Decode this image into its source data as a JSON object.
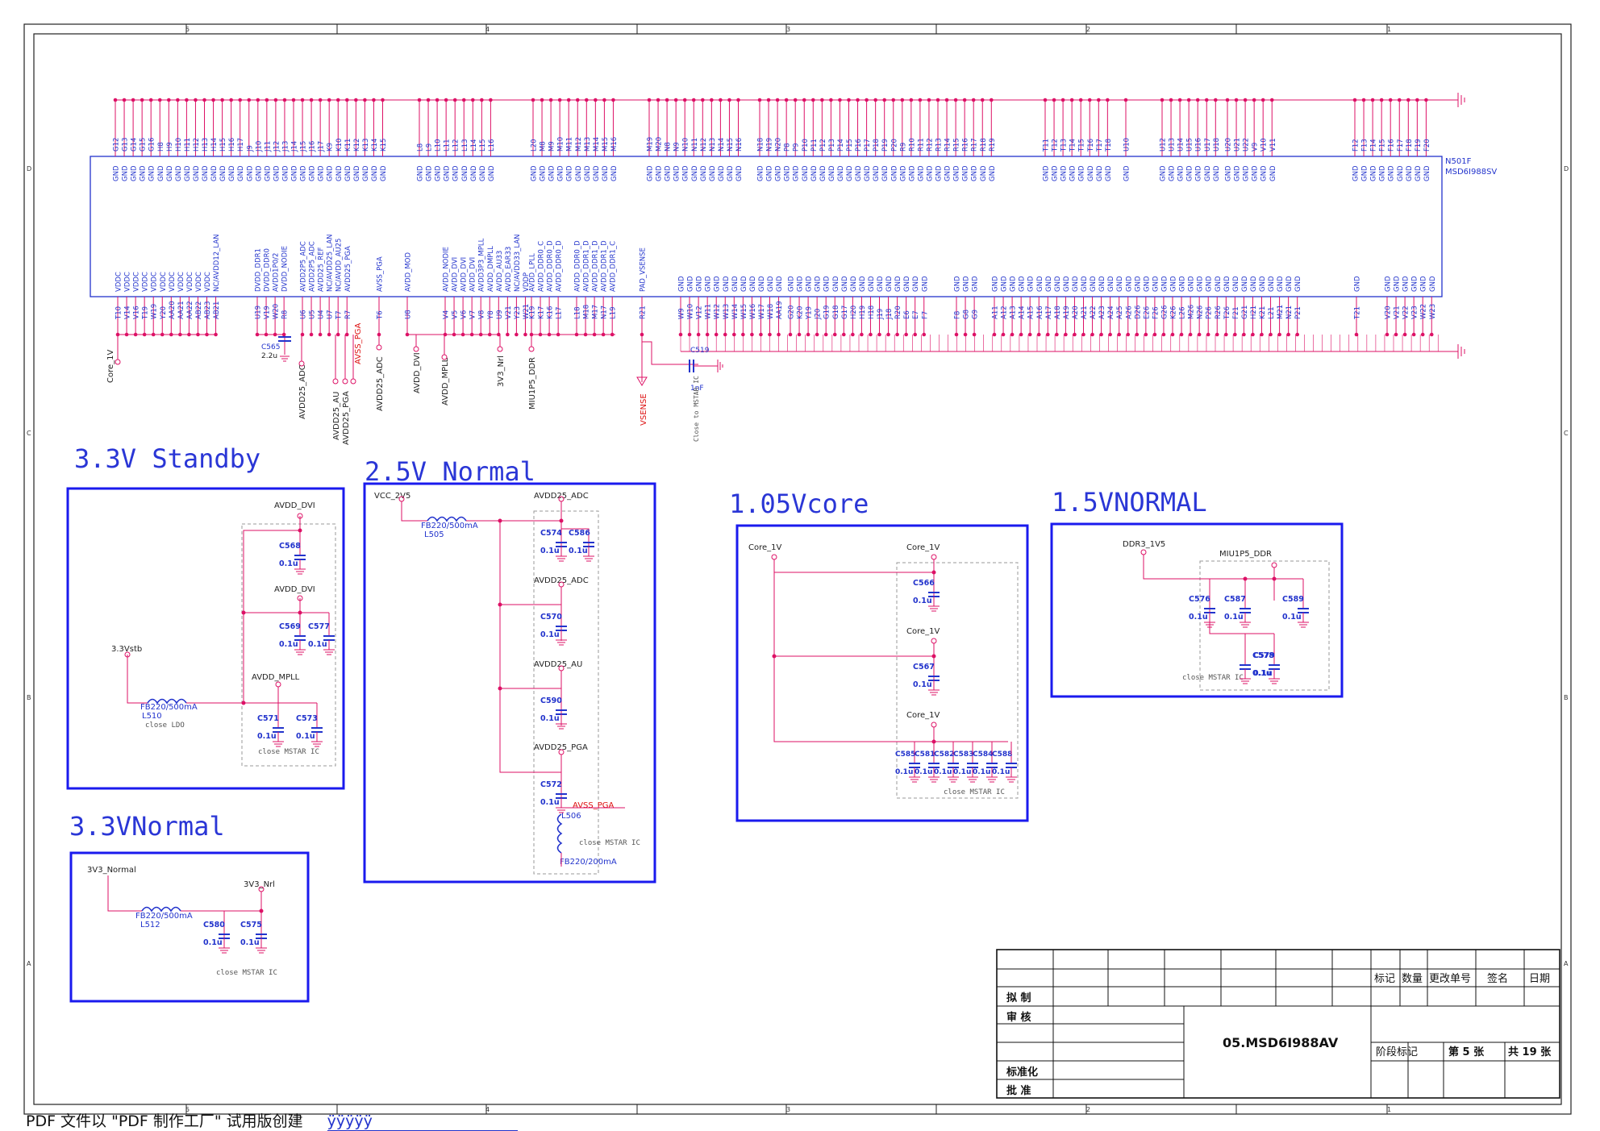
{
  "frame": {
    "zone_numbers_top": [
      "5",
      "4",
      "3",
      "2",
      "1"
    ],
    "zone_numbers_bottom": [
      "5",
      "4",
      "3",
      "2",
      "1"
    ],
    "zone_letters": [
      "D",
      "C",
      "B",
      "A"
    ]
  },
  "colors": {
    "net": "#dd1166",
    "component": "#2233cc",
    "block_border": "#1a1aee",
    "section_title": "#2a36d6",
    "text": "#222222",
    "red_label": "#dd1111"
  },
  "ic": {
    "designator": "N501F",
    "part": "MSD6I988SV",
    "top_groups": [
      {
        "pins": [
          "G12",
          "G13",
          "G14",
          "G15",
          "G16",
          "H8",
          "H9",
          "H10",
          "H11",
          "H12",
          "H13",
          "H14",
          "H15",
          "H16",
          "H17",
          "J9",
          "J10",
          "J11",
          "J12",
          "J13",
          "J14",
          "J15",
          "J16",
          "J17",
          "K9",
          "K10",
          "K11",
          "K12",
          "K13",
          "K14",
          "K15"
        ],
        "names": [
          "GND",
          "GND",
          "GND",
          "GND",
          "GND",
          "GND",
          "GND",
          "GND",
          "GND",
          "GND",
          "GND",
          "GND",
          "GND",
          "GND",
          "GND",
          "GND",
          "GND",
          "GND",
          "GND",
          "GND",
          "GND",
          "GND",
          "GND",
          "GND",
          "GND",
          "GND",
          "GND",
          "GND",
          "GND",
          "GND",
          "GND"
        ]
      },
      {
        "pins": [
          "L8",
          "L9",
          "L10",
          "L11",
          "L12",
          "L13",
          "L14",
          "L15",
          "L16"
        ],
        "names": [
          "GND",
          "GND",
          "GND",
          "GND",
          "GND",
          "GND",
          "GND",
          "GND",
          "GND"
        ]
      },
      {
        "pins": [
          "L20",
          "M8",
          "M9",
          "M10",
          "M11",
          "M12",
          "M13",
          "M14",
          "M15",
          "M16"
        ],
        "names": [
          "GND",
          "GND",
          "GND",
          "GND",
          "GND",
          "GND",
          "GND",
          "GND",
          "GND",
          "GND"
        ]
      },
      {
        "pins": [
          "M19",
          "M20",
          "N8",
          "N9",
          "N10",
          "N11",
          "N12",
          "N13",
          "N14",
          "N15",
          "N16"
        ],
        "names": [
          "GND",
          "GND",
          "GND",
          "GND",
          "GND",
          "GND",
          "GND",
          "GND",
          "GND",
          "GND",
          "GND"
        ]
      },
      {
        "pins": [
          "N18",
          "N19",
          "N20",
          "P8",
          "P9",
          "P10",
          "P11",
          "P12",
          "P13",
          "P14",
          "P15",
          "P16",
          "P17",
          "P18",
          "P19",
          "P20",
          "R9",
          "R10",
          "R11",
          "R12",
          "R13",
          "R14",
          "R15",
          "R16",
          "R17",
          "R18",
          "R19"
        ],
        "names": [
          "GND",
          "GND",
          "GND",
          "GND",
          "GND",
          "GND",
          "GND",
          "GND",
          "GND",
          "GND",
          "GND",
          "GND",
          "GND",
          "GND",
          "GND",
          "GND",
          "GND",
          "GND",
          "GND",
          "GND",
          "GND",
          "GND",
          "GND",
          "GND",
          "GND",
          "GND",
          "GND"
        ]
      },
      {
        "pins": [
          "T11",
          "T12",
          "T13",
          "T14",
          "T15",
          "T16",
          "T17",
          "T18"
        ],
        "names": [
          "GND",
          "GND",
          "GND",
          "GND",
          "GND",
          "GND",
          "GND",
          "GND"
        ]
      },
      {
        "pins": [
          "U10"
        ],
        "names": [
          "GND"
        ]
      },
      {
        "pins": [
          "U12",
          "U13",
          "U14",
          "U15",
          "U16",
          "U17",
          "U18"
        ],
        "names": [
          "GND",
          "GND",
          "GND",
          "GND",
          "GND",
          "GND",
          "GND"
        ]
      },
      {
        "pins": [
          "U20",
          "U21",
          "U22",
          "V9",
          "V10",
          "V11"
        ],
        "names": [
          "GND",
          "GND",
          "GND",
          "GND",
          "GND",
          "GND"
        ]
      },
      {
        "pins": [
          "F12",
          "F13",
          "F14",
          "F15",
          "F16",
          "F17",
          "F18",
          "F19",
          "F20"
        ],
        "names": [
          "GND",
          "GND",
          "GND",
          "GND",
          "GND",
          "GND",
          "GND",
          "GND",
          "GND"
        ]
      }
    ],
    "bottom_groups": [
      {
        "pins": [
          "T10",
          "V14",
          "V16",
          "T19",
          "W19",
          "Y20",
          "AA20",
          "AA21",
          "AA22",
          "AB22",
          "AB23",
          "AB21"
        ],
        "names": [
          "VDDC",
          "VDDC",
          "VDDC",
          "VDDC",
          "VDDC",
          "VDDC",
          "VDDC",
          "VDDC",
          "VDDC",
          "VDDC",
          "VDDC",
          "NC/AVDD12_LAN"
        ]
      },
      {
        "pins": [
          "U19",
          "V19",
          "W20",
          "R8"
        ],
        "names": [
          "DVDD_DDR1",
          "DVDD_DDR0",
          "AVDD1P0/2",
          "DVDD_NODIE"
        ]
      },
      {
        "pins": [
          "U6",
          "U5",
          "U4",
          "U7",
          "T7",
          "R7"
        ],
        "names": [
          "AVDD2P5_ADC",
          "AVDD2P5_ADC",
          "AVDD25_REF",
          "NC/AVDD25_LAN",
          "NC/AVDD_AU25",
          "AVDD25_PGA"
        ]
      },
      {
        "pins": [
          "T6"
        ],
        "names": [
          "AVSS_PGA"
        ]
      },
      {
        "pins": [
          "U8"
        ],
        "names": [
          "AVDD_MOD"
        ]
      },
      {
        "pins": [
          "V4",
          "V5",
          "V6",
          "V7",
          "V8",
          "Y8",
          "U9",
          "V21",
          "Y23",
          "W21"
        ],
        "names": [
          "AVDD_NODIE",
          "AVDD_DVI",
          "AVDD_DVI",
          "AVDD_DVI",
          "AVDD3P3_MPLL",
          "AVDD_DMPLL",
          "AVDD_AU33",
          "AVDD_EAR33",
          "NC/AVDD33_LAN",
          "VDDP"
        ]
      },
      {
        "pins": [
          "K19",
          "K17",
          "K16",
          "L17"
        ],
        "names": [
          "AVDD_LPLL",
          "AVDD_DDR0_C",
          "AVDD_DDR0_D",
          "AVDD_DDR0_D"
        ]
      },
      {
        "pins": [
          "L18",
          "M18",
          "M17",
          "N17",
          "L19"
        ],
        "names": [
          "AVDD_DDR0_D",
          "AVDD_DDR1_D",
          "AVDD_DDR1_D",
          "AVDD_DDR1_D",
          "AVDD_DDR1_C"
        ]
      },
      {
        "pins": [
          "R21"
        ],
        "names": [
          "PAD_VSENSE"
        ]
      },
      {
        "pins": [
          "W9",
          "W10",
          "V12",
          "W11",
          "W12",
          "W13",
          "W14",
          "W15",
          "W16",
          "W17",
          "W18",
          "AA19"
        ],
        "names": [
          "GND",
          "GND",
          "GND",
          "GND",
          "GND",
          "GND",
          "GND",
          "GND",
          "GND",
          "GND",
          "GND",
          "GND"
        ]
      },
      {
        "pins": [
          "G20",
          "K20",
          "Y19",
          "J20",
          "G19",
          "G18",
          "G17",
          "H20",
          "H19",
          "H18",
          "J19",
          "J18",
          "R20",
          "E6",
          "E7",
          "F7"
        ],
        "names": [
          "GND",
          "GND",
          "GND",
          "GND",
          "GND",
          "GND",
          "GND",
          "GND",
          "GND",
          "GND",
          "GND",
          "GND",
          "GND",
          "GND",
          "GND",
          "GND"
        ]
      },
      {
        "pins": [
          "F8",
          "G8",
          "G9"
        ],
        "names": [
          "GND",
          "GND",
          "GND"
        ]
      },
      {
        "pins": [
          "A11",
          "A12",
          "A13",
          "A14",
          "A15",
          "A16",
          "A17",
          "A18",
          "A19",
          "A20",
          "A21",
          "A22",
          "A23",
          "A24",
          "A25",
          "A26",
          "D26",
          "E26",
          "F26",
          "G26",
          "K26",
          "L26",
          "M26",
          "N26",
          "P26",
          "R26",
          "T26",
          "F21",
          "G21",
          "H21",
          "K21",
          "L21",
          "M21",
          "N21",
          "P21"
        ],
        "names": [
          "GND",
          "GND",
          "GND",
          "GND",
          "GND",
          "GND",
          "GND",
          "GND",
          "GND",
          "GND",
          "GND",
          "GND",
          "GND",
          "GND",
          "GND",
          "GND",
          "GND",
          "GND",
          "GND",
          "GND",
          "GND",
          "GND",
          "GND",
          "GND",
          "GND",
          "GND",
          "GND",
          "GND",
          "GND",
          "GND",
          "GND",
          "GND",
          "GND",
          "GND",
          "GND"
        ]
      },
      {
        "pins": [
          "T21"
        ],
        "names": [
          "GND"
        ]
      },
      {
        "pins": [
          "V20",
          "V21",
          "V22",
          "V23",
          "W22",
          "W23"
        ],
        "names": [
          "GND",
          "GND",
          "GND",
          "GND",
          "GND",
          "GND"
        ]
      }
    ],
    "external": {
      "core_1v": "Core_1V",
      "c565": "C565",
      "c565_value": "2.2u",
      "avdd25_adc": "AVDD25_ADC",
      "avdd25_au": "AVDD25_AU",
      "avdd25_pga": "AVDD25_PGA",
      "avss_pga": "AVSS_PGA",
      "avdd25_adc_2": "AVDD25_ADC",
      "avdd_dvi": "AVDD_DVI",
      "avdd_mpll": "AVDD_MPLL",
      "v3_nrl": "3V3_Nrl",
      "miu1p5_ddr": "MIU1P5_DDR",
      "vsense": "VSENSE",
      "c519": "C519",
      "c519_value": "1nF",
      "close_note": "Close to MSTAR IC"
    }
  },
  "sections": {
    "standby": {
      "title": "3.3V Standby",
      "avdd_dvi_1": "AVDD_DVI",
      "avdd_dvi_2": "AVDD_DVI",
      "avdd_mpll": "AVDD_MPLL",
      "input": "3.3Vstb",
      "inductor": "L510",
      "inductor_value": "FB220/500mA",
      "note_ldo": "close LDO",
      "note_ic": "close MSTAR IC",
      "caps": [
        {
          "ref": "C568",
          "value": "0.1u"
        },
        {
          "ref": "C569",
          "value": "0.1u"
        },
        {
          "ref": "C577",
          "value": "0.1u"
        },
        {
          "ref": "C571",
          "value": "0.1u"
        },
        {
          "ref": "C573",
          "value": "0.1u"
        }
      ]
    },
    "normal25": {
      "title": "2.5V Normal",
      "input": "VCC_2V5",
      "inductor": "L505",
      "inductor_value": "FB220/500mA",
      "rail_adc_1": "AVDD25_ADC",
      "rail_adc_2": "AVDD25_ADC",
      "rail_au": "AVDD25_AU",
      "rail_pga": "AVDD25_PGA",
      "avss_pga": "AVSS_PGA",
      "inductor2": "L506",
      "inductor2_value": "FB220/200mA",
      "note_ic": "close MSTAR IC",
      "caps": [
        {
          "ref": "C574",
          "value": "0.1u"
        },
        {
          "ref": "C586",
          "value": "0.1u"
        },
        {
          "ref": "C570",
          "value": "0.1u"
        },
        {
          "ref": "C590",
          "value": "0.1u"
        },
        {
          "ref": "C572",
          "value": "0.1u"
        }
      ]
    },
    "core105": {
      "title": "1.05Vcore",
      "input": "Core_1V",
      "rail_1": "Core_1V",
      "rail_2": "Core_1V",
      "rail_3": "Core_1V",
      "note_ic": "close MSTAR IC",
      "caps_single": [
        {
          "ref": "C566",
          "value": "0.1u"
        },
        {
          "ref": "C567",
          "value": "0.1u"
        }
      ],
      "caps_row": [
        {
          "ref": "C585",
          "value": "0.1u"
        },
        {
          "ref": "C581",
          "value": "0.1u"
        },
        {
          "ref": "C582",
          "value": "0.1u"
        },
        {
          "ref": "C583",
          "value": "0.1u"
        },
        {
          "ref": "C584",
          "value": "0.1u"
        },
        {
          "ref": "C588",
          "value": "0.1u"
        }
      ]
    },
    "normal15": {
      "title": "1.5VNORMAL",
      "input": "DDR3_1V5",
      "rail": "MIU1P5_DDR",
      "note_ic": "close MSTAR IC",
      "caps": [
        {
          "ref": "C576",
          "value": "0.1u"
        },
        {
          "ref": "C587",
          "value": "0.1u"
        },
        {
          "ref": "C589",
          "value": "0.1u"
        },
        {
          "ref": "C579",
          "value": "0.1u"
        },
        {
          "ref": "C578",
          "value": "0.1u"
        }
      ]
    },
    "normal33": {
      "title": "3.3VNormal",
      "input": "3V3_Normal",
      "rail": "3V3_Nrl",
      "inductor": "L512",
      "inductor_value": "FB220/500mA",
      "note_ic": "close MSTAR IC",
      "caps": [
        {
          "ref": "C580",
          "value": "0.1u"
        },
        {
          "ref": "C575",
          "value": "0.1u"
        }
      ]
    }
  },
  "title_block": {
    "header_cells": [
      "标记",
      "数量",
      "更改单号",
      "签名",
      "日期"
    ],
    "roles": [
      "拟 制",
      "审 核",
      "标准化",
      "批 准"
    ],
    "drawing_title": "05.MSD6I988AV",
    "stage_label": "阶段标记",
    "sheet_label": "第 5 张",
    "total_label": "共 19 张"
  },
  "footer": {
    "text": "PDF 文件以 \"PDF 制作工厂\" 试用版创建",
    "junk": "ÿÿÿÿÿ"
  }
}
